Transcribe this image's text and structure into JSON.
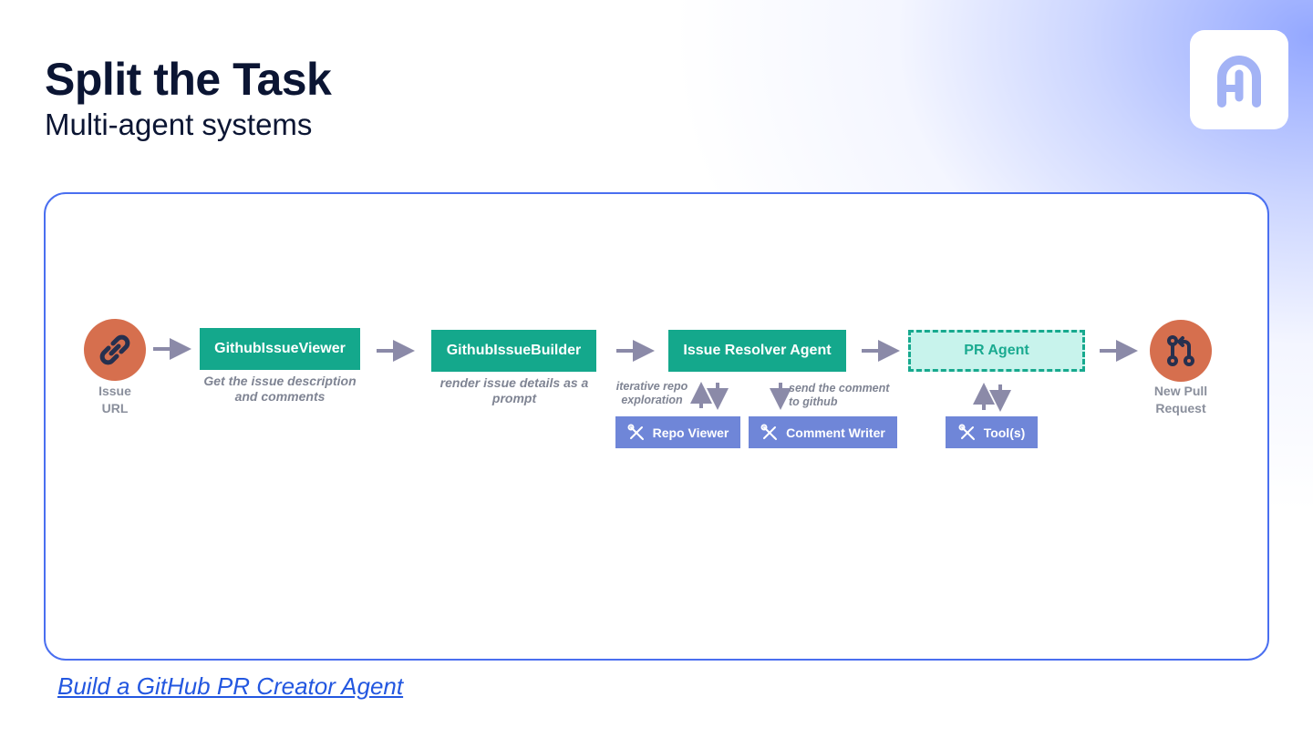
{
  "slide": {
    "title": "Split the Task",
    "subtitle": "Multi-agent systems",
    "link_text": "Build a GitHub PR Creator Agent",
    "logo_icon": "ai-logo-icon"
  },
  "diagram": {
    "start": {
      "label_line1": "Issue",
      "label_line2": "URL",
      "icon": "link-icon"
    },
    "nodes": [
      {
        "label": "GithubIssueViewer",
        "desc_line1": "Get the issue description",
        "desc_line2": "and comments"
      },
      {
        "label": "GithubIssueBuilder",
        "desc_line1": "render issue details as a",
        "desc_line2": "prompt"
      },
      {
        "label": "Issue Resolver Agent"
      },
      {
        "label": "PR Agent"
      }
    ],
    "notes": {
      "repo_line1": "iterative repo",
      "repo_line2": "exploration",
      "comment_line1": "send the comment",
      "comment_line2": "to github"
    },
    "tools": [
      {
        "label": "Repo Viewer",
        "icon": "tools-icon"
      },
      {
        "label": "Comment Writer",
        "icon": "tools-icon"
      },
      {
        "label": "Tool(s)",
        "icon": "tools-icon"
      }
    ],
    "end": {
      "label_line1": "New Pull",
      "label_line2": "Request",
      "icon": "pull-request-icon"
    }
  },
  "colors": {
    "accent_blue": "#4a6ff0",
    "node_green": "#14a88c",
    "pr_agent_fill": "#c8f3ec",
    "tool_blue": "#6f86d8",
    "circle_orange": "#d66f4e",
    "arrow_gray": "#8b8aa8",
    "title_navy": "#0b1533"
  }
}
